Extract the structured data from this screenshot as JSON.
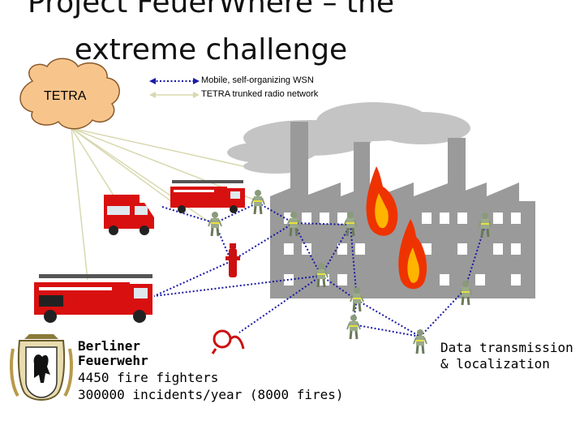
{
  "title": {
    "line1": "Project FeuerWhere – the",
    "line2": "extreme challenge"
  },
  "cloud": {
    "label": "TETRA"
  },
  "legend": [
    {
      "label": "Mobile, self-organizing WSN",
      "color": "#1a1aa6"
    },
    {
      "label": "TETRA trunked radio network",
      "color": "#d8d8b0"
    }
  ],
  "info": {
    "org_line1": "Berliner",
    "org_line2": "Feuerwehr",
    "fighters": "4450 fire fighters",
    "incidents": "300000 incidents/year (8000 fires)"
  },
  "caption": {
    "line1": "Data transmission",
    "line2": "& localization"
  },
  "colors": {
    "wsn": "#1a1aa6",
    "tetra": "#d8d8b0",
    "cloud": "#f7c58c",
    "factory": "#9a9a9a",
    "fire": "#ee3300",
    "truck": "#d81010"
  }
}
